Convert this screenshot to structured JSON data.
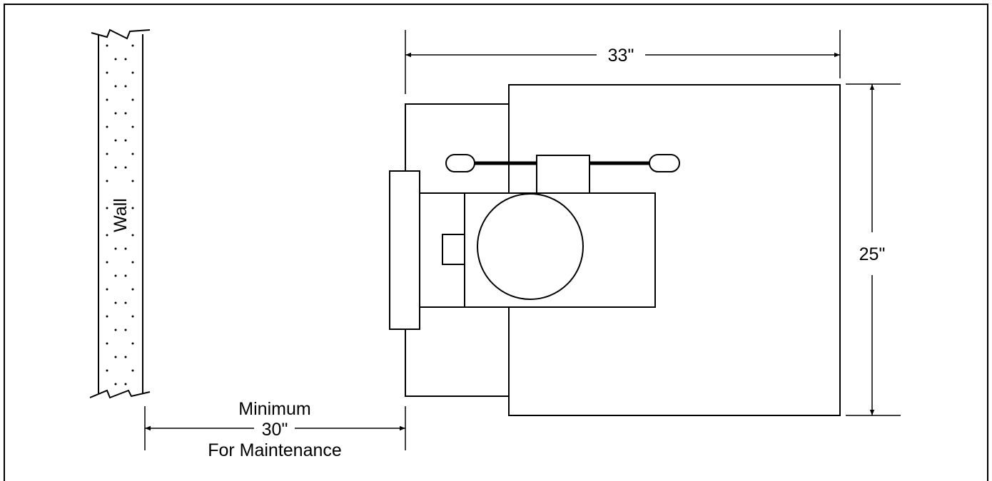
{
  "labels": {
    "wall": "Wall",
    "width_dim": "33\"",
    "depth_dim": "25\"",
    "clearance_line1": "Minimum",
    "clearance_line2": "30\"",
    "clearance_line3": "For Maintenance"
  },
  "colors": {
    "line": "#000000",
    "background": "#ffffff"
  }
}
